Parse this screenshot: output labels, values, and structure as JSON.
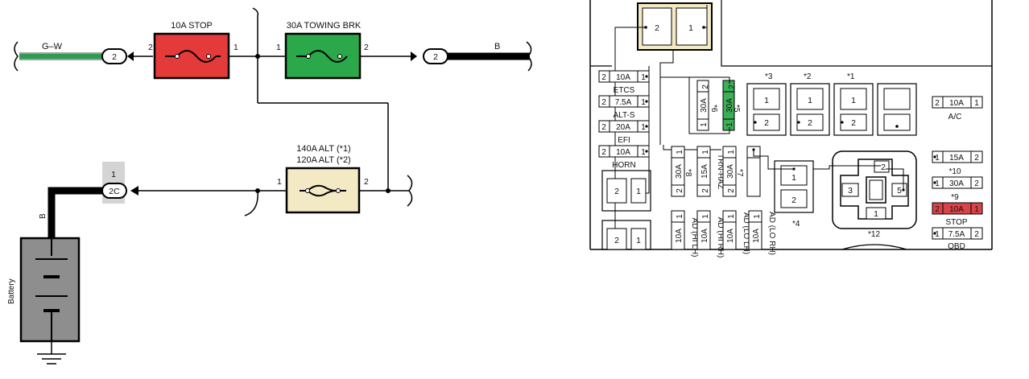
{
  "colors": {
    "stop_fuse": "#e53a3a",
    "towing_fuse": "#2aa84a",
    "alt_fuse": "#f3e9c4",
    "wire_gw": "#2a9d52",
    "battery": "#8e8e8e",
    "highlight_red": "#d9444a",
    "highlight_green": "#3bae56",
    "connector_bg": "#d4d4d4"
  },
  "schematic": {
    "stop_fuse": {
      "label": "10A STOP",
      "pin_left": "2",
      "pin_right": "1"
    },
    "towing_fuse": {
      "label": "30A TOWING BRK",
      "pin_left": "1",
      "pin_right": "2"
    },
    "alt_fuse": {
      "label_1": "140A ALT (*1)",
      "label_2": "120A ALT (*2)",
      "pin_left": "1",
      "pin_right": "2"
    },
    "wire_left": {
      "color_code": "G–W",
      "connector": "2"
    },
    "wire_right": {
      "color_code": "B",
      "connector": "2"
    },
    "alt_connector": {
      "pin": "1",
      "label": "2C"
    },
    "battery_wire": {
      "color_code": "B"
    },
    "battery": {
      "label": "Battery"
    }
  },
  "fusebox": {
    "top_relay": {
      "pin_a": "2",
      "pin_b": "1"
    },
    "left_fuses": [
      {
        "pin_l": "2",
        "amps": "10A",
        "pin_r": "1",
        "name": "ETCS"
      },
      {
        "pin_l": "2",
        "amps": "7.5A",
        "pin_r": "1",
        "name": "ALT-S"
      },
      {
        "pin_l": "2",
        "amps": "20A",
        "pin_r": "1",
        "name": "EFI"
      },
      {
        "pin_l": "2",
        "amps": "10A",
        "pin_r": "1",
        "name": "HORN"
      }
    ],
    "vertical_fuses_top": [
      {
        "top_pin": "2",
        "amps": "30A",
        "bottom_pin": "1",
        "note": "*6"
      },
      {
        "top_pin": "2",
        "amps": "30A",
        "bottom_pin": "1",
        "note": "*5"
      }
    ],
    "relay_notes": [
      "*3",
      "*2",
      "*1"
    ],
    "relay_pins": {
      "top": "1",
      "bottom": "2"
    },
    "right_fuses": [
      {
        "pin_l": "2",
        "amps": "10A",
        "pin_r": "1",
        "name": "A/C"
      },
      {
        "pin_l": "1",
        "amps": "15A",
        "pin_r": "2",
        "name": "*10"
      },
      {
        "pin_l": "1",
        "amps": "30A",
        "pin_r": "2",
        "name": "*9"
      },
      {
        "pin_l": "2",
        "amps": "10A",
        "pin_r": "1",
        "name": "STOP"
      },
      {
        "pin_l": "1",
        "amps": "7.5A",
        "pin_r": "2",
        "name": "OBD"
      }
    ],
    "mid_vertical_fuses": [
      {
        "top_pin": "1",
        "amps": "30A",
        "bottom_pin": "2",
        "note": "*8"
      },
      {
        "top_pin": "1",
        "amps": "15A",
        "bottom_pin": "2",
        "name": "TRN-HAZ"
      },
      {
        "top_pin": "1",
        "amps": "30A",
        "bottom_pin": "2",
        "note": "*7"
      }
    ],
    "small_relay": {
      "pin_top": "1",
      "pin_bottom": "2",
      "note": "*4"
    },
    "big_relay": {
      "pin_top": "2",
      "pin_left": "3",
      "pin_right": "5",
      "pin_bottom": "1",
      "note": "*12"
    },
    "bottom_fuses": [
      {
        "amps": "10A",
        "pin": "1",
        "name": "AD (HI LH)"
      },
      {
        "amps": "10A",
        "pin": "1",
        "name": "AD (HI RH)"
      },
      {
        "amps": "10A",
        "pin": "1",
        "name": "AD (LO LH)"
      },
      {
        "amps": "10A",
        "pin": "1",
        "name": "AD (LO RH)"
      }
    ],
    "left_box": {
      "pin_a": "2",
      "pin_b": "1"
    }
  }
}
